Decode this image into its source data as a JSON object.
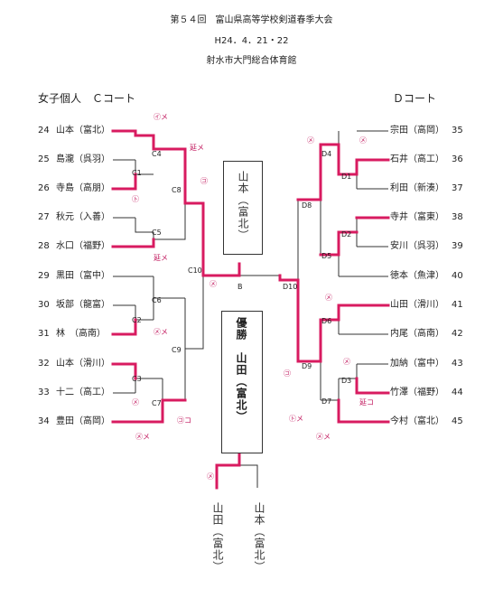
{
  "header": {
    "title": "第５４回　富山県高等学校剣道春季大会",
    "date": "H24．4．21・22",
    "venue": "射水市大門総合体育館"
  },
  "left_section": {
    "label": "女子個人　Ｃコート"
  },
  "right_section": {
    "label": "Ｄコート"
  },
  "left_players": [
    {
      "no": "24",
      "name": "山本（富北）"
    },
    {
      "no": "25",
      "name": "島瀧（呉羽）"
    },
    {
      "no": "26",
      "name": "寺島（高朋）"
    },
    {
      "no": "27",
      "name": "秋元（入善）"
    },
    {
      "no": "28",
      "name": "水口（福野）"
    },
    {
      "no": "29",
      "name": "黒田（富中）"
    },
    {
      "no": "30",
      "name": "坂部（龍富）"
    },
    {
      "no": "31",
      "name": "林　（高南）"
    },
    {
      "no": "32",
      "name": "山本（滑川）"
    },
    {
      "no": "33",
      "name": "十二（高工）"
    },
    {
      "no": "34",
      "name": "豊田（高岡）"
    }
  ],
  "right_players": [
    {
      "no": "35",
      "name": "宗田（高岡）"
    },
    {
      "no": "36",
      "name": "石井（高工）"
    },
    {
      "no": "37",
      "name": "利田（新湊）"
    },
    {
      "no": "38",
      "name": "寺井（富東）"
    },
    {
      "no": "39",
      "name": "安川（呉羽）"
    },
    {
      "no": "40",
      "name": "徳本（魚津）"
    },
    {
      "no": "41",
      "name": "山田（滑川）"
    },
    {
      "no": "42",
      "name": "内尾（高南）"
    },
    {
      "no": "43",
      "name": "加納（富中）"
    },
    {
      "no": "44",
      "name": "竹澤（福野）"
    },
    {
      "no": "45",
      "name": "今村（富北）"
    }
  ],
  "match_codes": {
    "c1": "C1",
    "c2": "C2",
    "c3": "C3",
    "c4": "C4",
    "c5": "C5",
    "c6": "C6",
    "c7": "C7",
    "c8": "C8",
    "c9": "C9",
    "c10": "C10",
    "d1": "D1",
    "d2": "D2",
    "d3": "D3",
    "d4": "D4",
    "d5": "D5",
    "d6": "D6",
    "d7": "D7",
    "d8": "D8",
    "d9": "D9",
    "d10": "D10",
    "b": "B"
  },
  "court_winners": {
    "c_court": "山本（富北）",
    "d_court": "優勝　山田（富北）"
  },
  "final": {
    "left": "山田（富北）",
    "right": "山本（富北）"
  },
  "colors": {
    "winner_line": "#d81b60",
    "line": "#333333",
    "mark": "#c0135a"
  }
}
